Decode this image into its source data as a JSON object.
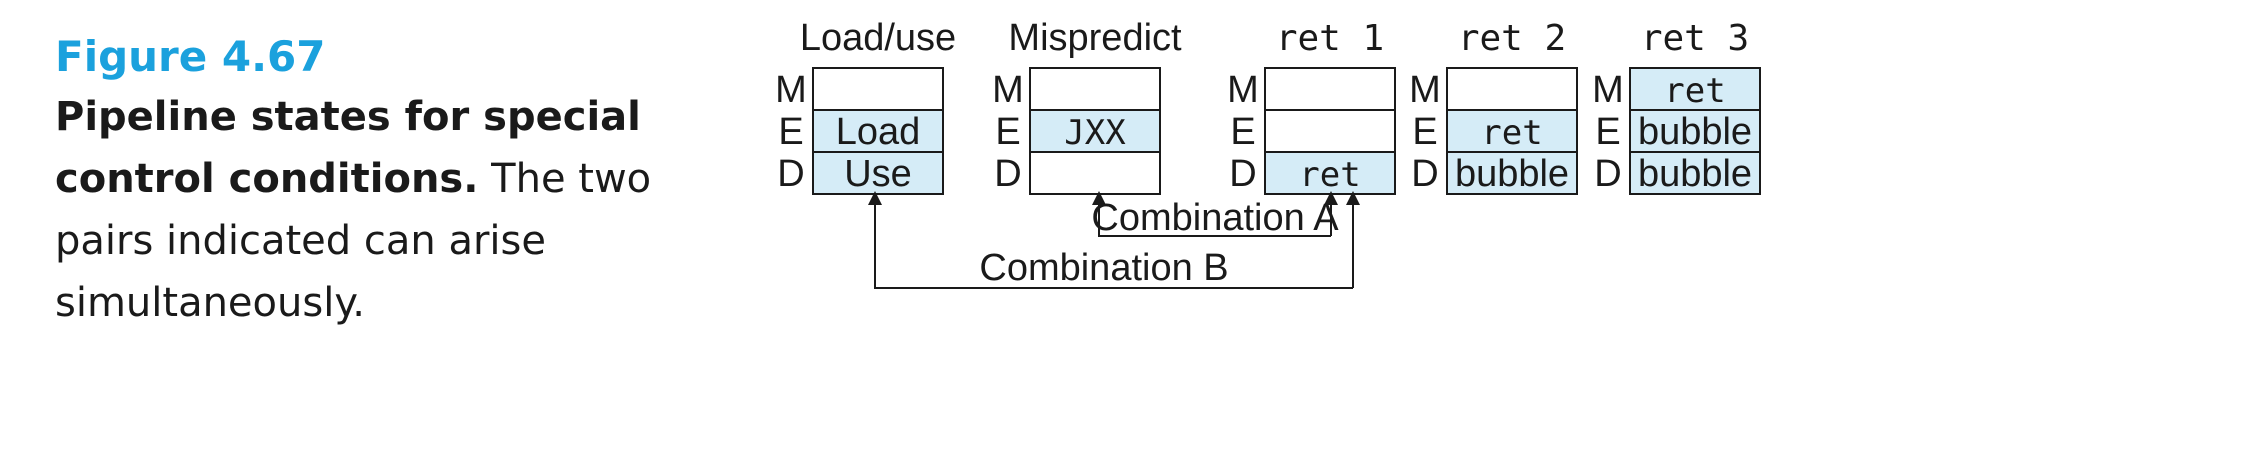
{
  "figure": {
    "number": "Figure 4.67",
    "title": "Pipeline states for special control conditions.",
    "description": " The two pairs indicated can arise simultaneously."
  },
  "colors": {
    "accent": "#1ba1dd",
    "cell_fill": "#d5ecf7",
    "cell_empty": "#ffffff",
    "stroke": "#1a1a1a"
  },
  "rows": [
    "M",
    "E",
    "D"
  ],
  "stages": [
    {
      "title": "Load/use",
      "mono_title": false,
      "cells": [
        {
          "text": "",
          "filled": false,
          "mono": false
        },
        {
          "text": "Load",
          "filled": true,
          "mono": false
        },
        {
          "text": "Use",
          "filled": true,
          "mono": false
        }
      ]
    },
    {
      "title": "Mispredict",
      "mono_title": false,
      "cells": [
        {
          "text": "",
          "filled": false,
          "mono": false
        },
        {
          "text": "JXX",
          "filled": true,
          "mono": true
        },
        {
          "text": "",
          "filled": false,
          "mono": false
        }
      ]
    },
    {
      "title": "ret 1",
      "mono_title": true,
      "cells": [
        {
          "text": "",
          "filled": false,
          "mono": false
        },
        {
          "text": "",
          "filled": false,
          "mono": false
        },
        {
          "text": "ret",
          "filled": true,
          "mono": true
        }
      ]
    },
    {
      "title": "ret 2",
      "mono_title": true,
      "cells": [
        {
          "text": "",
          "filled": false,
          "mono": false
        },
        {
          "text": "ret",
          "filled": true,
          "mono": true
        },
        {
          "text": "bubble",
          "filled": true,
          "mono": false
        }
      ]
    },
    {
      "title": "ret 3",
      "mono_title": true,
      "cells": [
        {
          "text": "ret",
          "filled": true,
          "mono": true
        },
        {
          "text": "bubble",
          "filled": true,
          "mono": false
        },
        {
          "text": "bubble",
          "filled": true,
          "mono": false
        }
      ]
    }
  ],
  "combinations": [
    {
      "label": "Combination A",
      "from_stage": "Mispredict",
      "to_stage": "ret 1"
    },
    {
      "label": "Combination B",
      "from_stage": "Load/use",
      "to_stage": "ret 1"
    }
  ]
}
